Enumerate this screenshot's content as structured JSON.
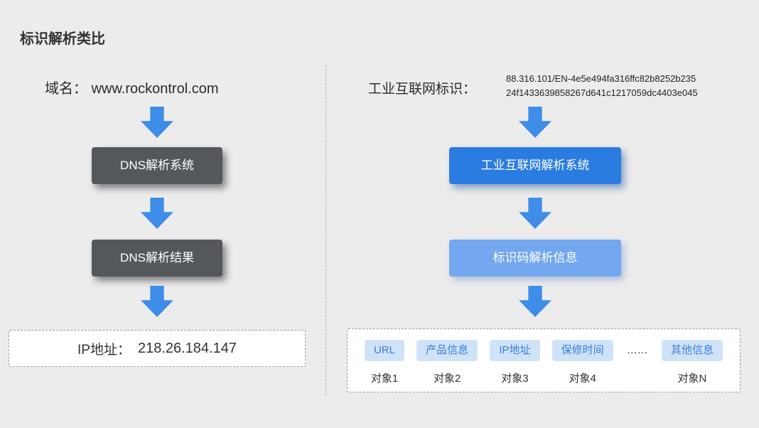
{
  "page": {
    "title": "标识解析类比"
  },
  "colors": {
    "background": "#ececec",
    "arrow": "#3d8de9",
    "dark_box": "#54585d",
    "blue_box": "#2b7ce1",
    "light_blue_box": "#73a7f0",
    "chip_bg": "#cfe3f8",
    "chip_text": "#3a7edd"
  },
  "left": {
    "input_label": "域名：",
    "input_value": "www.rockontrol.com",
    "system_box": "DNS解析系统",
    "result_box": "DNS解析结果",
    "output_label": "IP地址：",
    "output_value": "218.26.184.147"
  },
  "right": {
    "input_label": "工业互联网标识：",
    "identifier_line1": "88.316.101/EN-4e5e494fa316ffc82b8252b235",
    "identifier_line2": "24f1433639858267d641c1217059dc4403e045",
    "system_box": "工业互联网解析系统",
    "result_box": "标识码解析信息",
    "items": [
      {
        "label": "URL",
        "object": "对象1"
      },
      {
        "label": "产品信息",
        "object": "对象2"
      },
      {
        "label": "IP地址",
        "object": "对象3"
      },
      {
        "label": "保修时间",
        "object": "对象4"
      },
      {
        "label": "……",
        "object": ""
      },
      {
        "label": "其他信息",
        "object": "对象N"
      }
    ]
  }
}
